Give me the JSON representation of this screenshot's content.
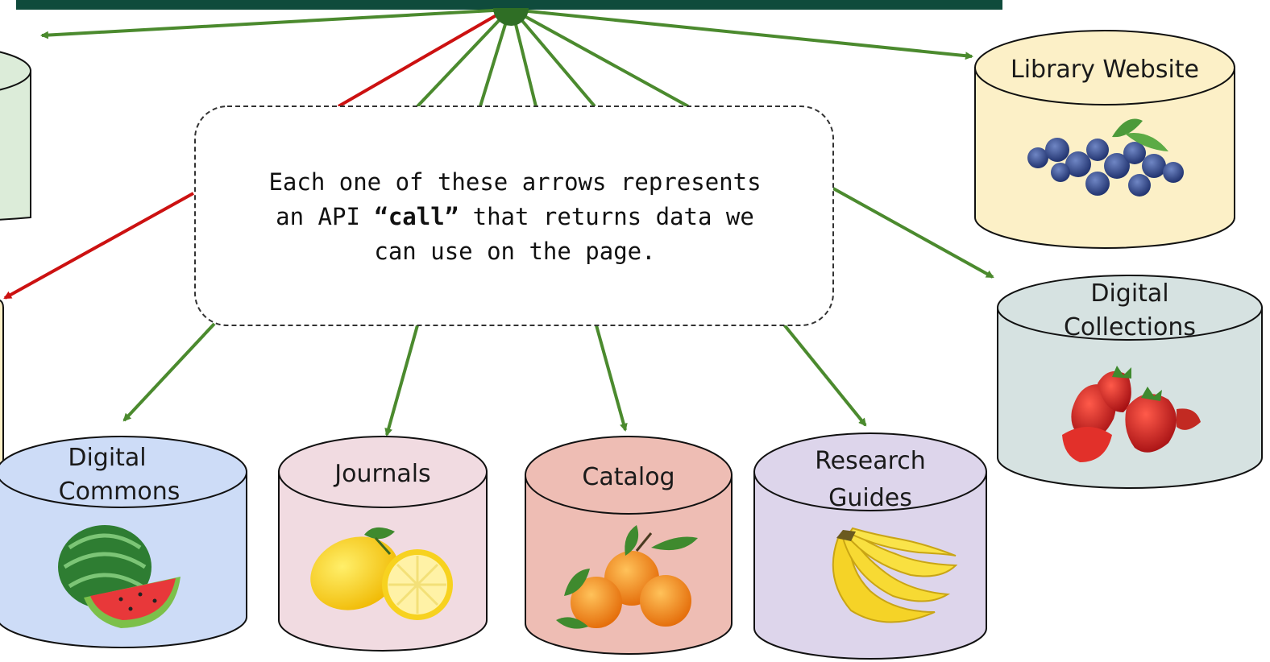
{
  "colors": {
    "header_bar": "#0f4b3c",
    "green_arrow": "#4b8a2e",
    "red_arrow": "#cc1111",
    "hub": "#2f6e25"
  },
  "callout": {
    "line1": "Each one of these arrows represents",
    "line2_pre": "an API ",
    "line2_bold": "“call”",
    "line2_post": " that returns data we",
    "line3": "can use on the page."
  },
  "databases": [
    {
      "id": "library-website",
      "label_lines": [
        "Library Website"
      ],
      "fruit": "blueberries",
      "fill": "#fcf0c7"
    },
    {
      "id": "digital-collections",
      "label_lines": [
        "Digital",
        "Collections"
      ],
      "fruit": "strawberries",
      "fill": "#d6e2e1"
    },
    {
      "id": "digital-commons",
      "label_lines": [
        "Digital",
        "Commons"
      ],
      "fruit": "watermelon",
      "fill": "#cddcf7"
    },
    {
      "id": "journals",
      "label_lines": [
        "Journals"
      ],
      "fruit": "lemon",
      "fill": "#f1dbe1"
    },
    {
      "id": "catalog",
      "label_lines": [
        "Catalog"
      ],
      "fruit": "oranges",
      "fill": "#eebdb4"
    },
    {
      "id": "research-guides",
      "label_lines": [
        "Research",
        "Guides"
      ],
      "fruit": "bananas",
      "fill": "#ddd5eb"
    }
  ]
}
